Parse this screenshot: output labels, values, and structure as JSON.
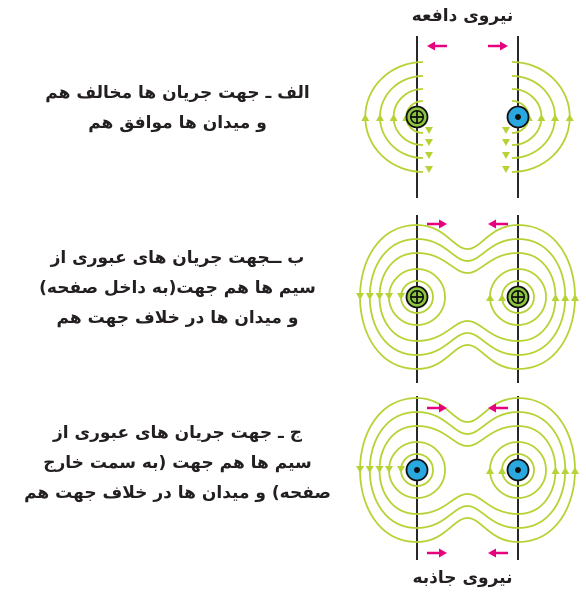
{
  "labels": {
    "repulsion": "نیروی دافعه",
    "attraction": "نیروی جاذبه"
  },
  "captions": {
    "a_line1": "الف ـ جهت جریان ها مخالف هم",
    "a_line2": "و میدان ها موافق هم",
    "b_line1": "ب ــجهت جریان های عبوری از",
    "b_line2": "سیم ها هم جهت(به داخل صفحه)",
    "b_line3": "و میدان ها در خلاف جهت هم",
    "c_line1": "ج ـ جهت جریان های عبوری از",
    "c_line2": "سیم ها هم جهت (به سمت خارج",
    "c_line3": "صفحه) و میدان ها در خلاف جهت هم"
  },
  "colors": {
    "field": "#b5d334",
    "arrow": "#e6007e",
    "wire_in": "#8dc63f",
    "wire_out": "#29a8e0",
    "text": "#231f20"
  },
  "panels": [
    {
      "id": "a",
      "wires": [
        "into-page",
        "out-of-page"
      ],
      "force": "repulsion"
    },
    {
      "id": "b",
      "wires": [
        "into-page",
        "into-page"
      ],
      "force": "attraction"
    },
    {
      "id": "c",
      "wires": [
        "out-of-page",
        "out-of-page"
      ],
      "force": "attraction"
    }
  ]
}
